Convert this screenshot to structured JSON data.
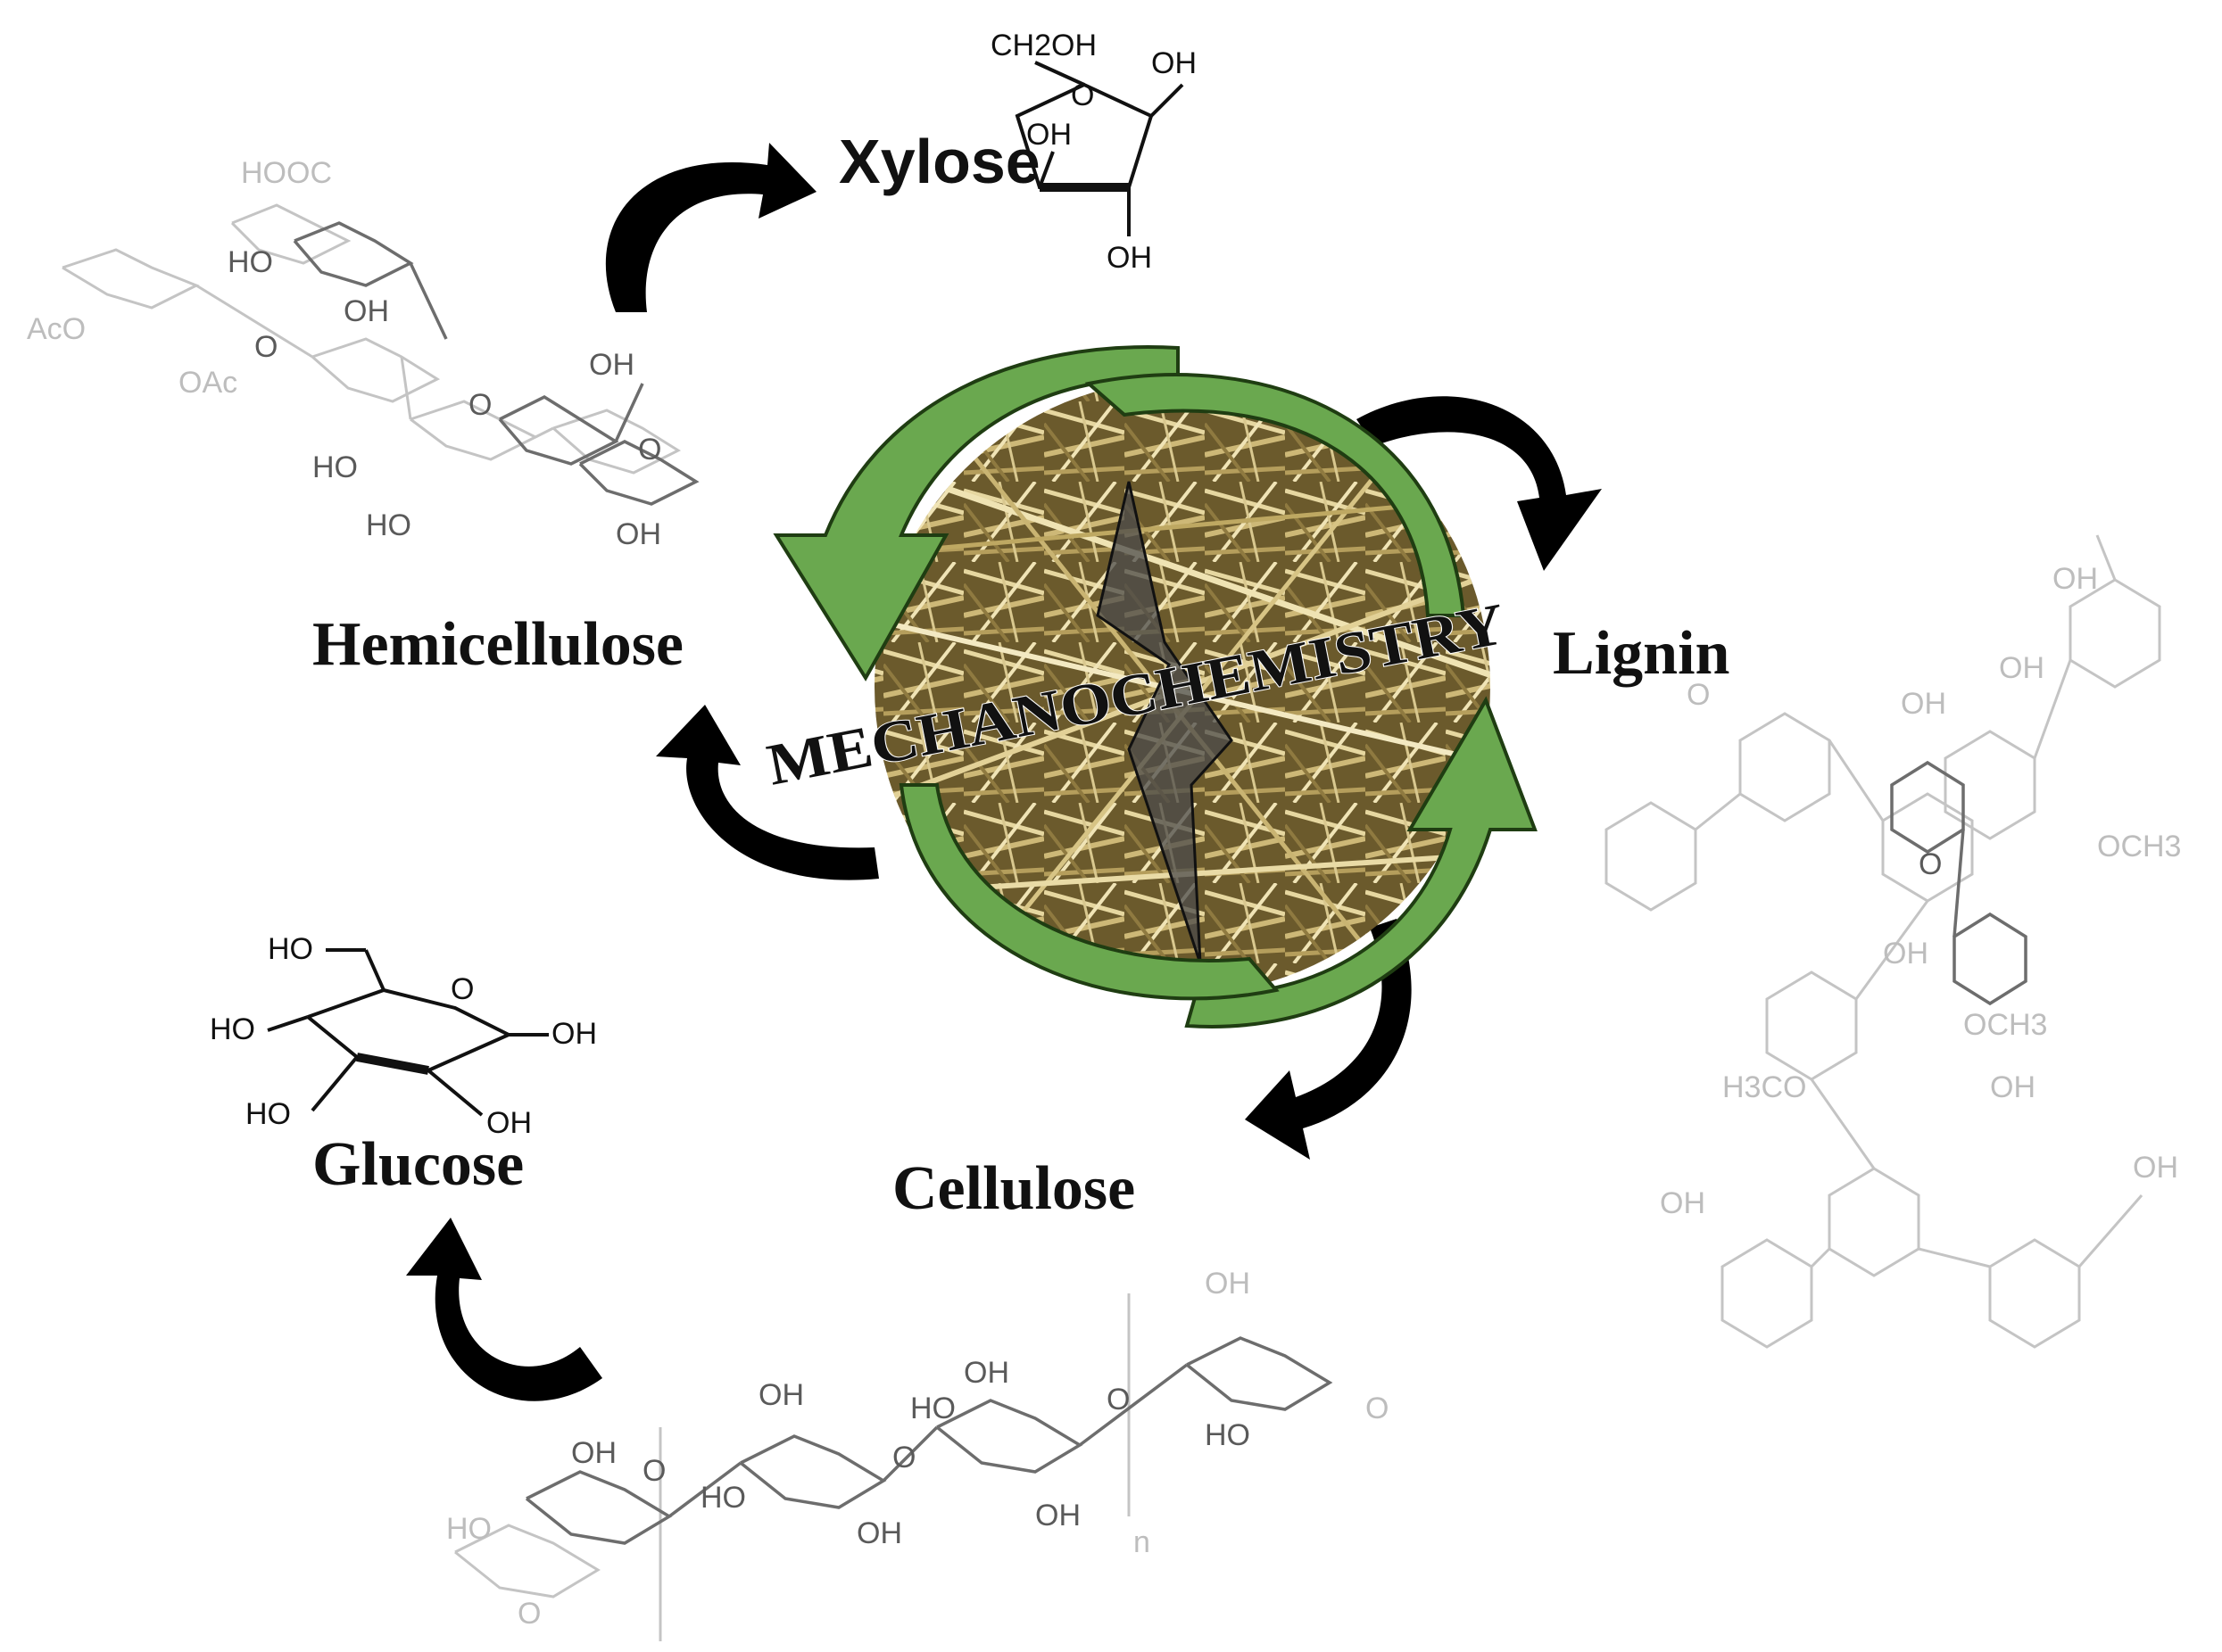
{
  "labels": {
    "hemicellulose": "Hemicellulose",
    "lignin": "Lignin",
    "cellulose": "Cellulose",
    "glucose": "Glucose",
    "xylose": "Xylose",
    "center": "MECHANOCHEMISTRY"
  },
  "chem": {
    "ch2oh": "CH2OH",
    "oh": "OH",
    "ho": "HO",
    "o": "O",
    "aco": "AcO",
    "oac": "OAc",
    "hooc": "HOOC",
    "n": "n",
    "och3": "OCH3",
    "h3co": "H3CO"
  },
  "colors": {
    "arrow_green": "#6aa84f",
    "arrow_green_edge": "#1f3d12",
    "arrow_black": "#000000",
    "straw_light": "#d8c48a",
    "straw_dark": "#5a4a22"
  }
}
